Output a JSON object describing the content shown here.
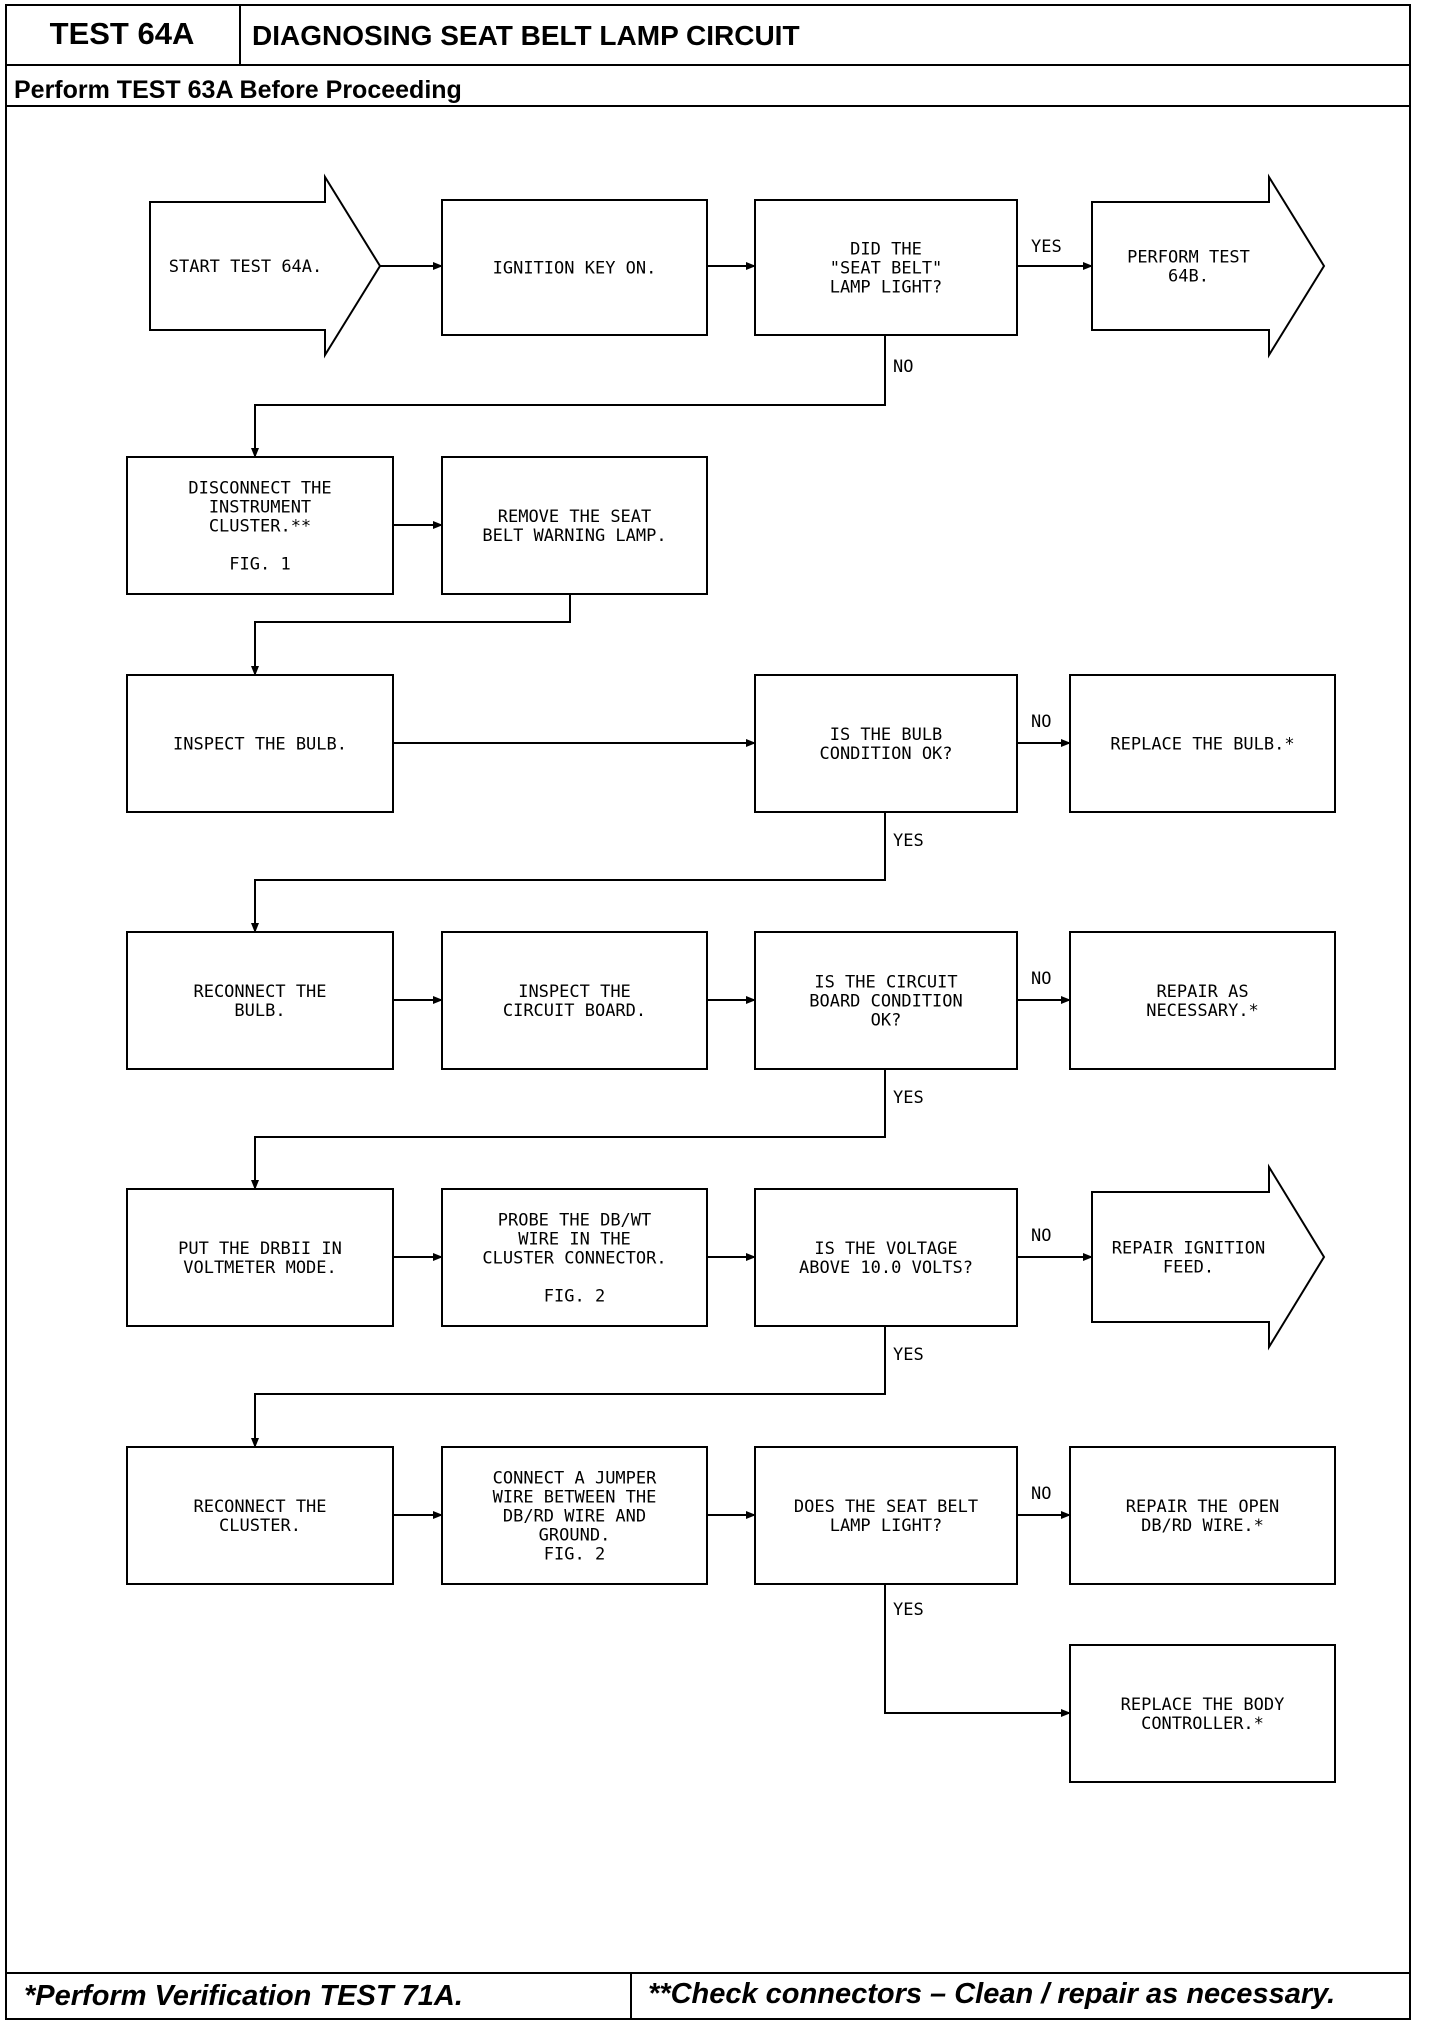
{
  "header": {
    "test_id": "TEST 64A",
    "title": "DIAGNOSING SEAT BELT LAMP CIRCUIT",
    "subtitle": "Perform TEST 63A Before Proceeding"
  },
  "nodes": [
    {
      "id": "start",
      "kind": "arrow",
      "lines": [
        "START TEST 64A."
      ]
    },
    {
      "id": "ign",
      "kind": "box",
      "lines": [
        "IGNITION KEY ON."
      ]
    },
    {
      "id": "q1",
      "kind": "box",
      "lines": [
        "DID THE",
        "\"SEAT BELT\"",
        "LAMP LIGHT?"
      ]
    },
    {
      "id": "p64b",
      "kind": "arrow",
      "lines": [
        "PERFORM TEST",
        "64B."
      ]
    },
    {
      "id": "disc",
      "kind": "box",
      "lines": [
        "DISCONNECT THE",
        "INSTRUMENT",
        "CLUSTER.**",
        "",
        "FIG. 1"
      ]
    },
    {
      "id": "remove",
      "kind": "box",
      "lines": [
        "REMOVE THE SEAT",
        "BELT WARNING LAMP."
      ]
    },
    {
      "id": "inspect",
      "kind": "box",
      "lines": [
        "INSPECT THE BULB."
      ]
    },
    {
      "id": "q2",
      "kind": "box",
      "lines": [
        "IS THE BULB",
        "CONDITION OK?"
      ]
    },
    {
      "id": "replbulb",
      "kind": "box",
      "lines": [
        "REPLACE THE BULB.*"
      ]
    },
    {
      "id": "reconb",
      "kind": "box",
      "lines": [
        "RECONNECT THE",
        "BULB."
      ]
    },
    {
      "id": "inspcb",
      "kind": "box",
      "lines": [
        "INSPECT THE",
        "CIRCUIT BOARD."
      ]
    },
    {
      "id": "q3",
      "kind": "box",
      "lines": [
        "IS THE CIRCUIT",
        "BOARD CONDITION",
        "OK?"
      ]
    },
    {
      "id": "repair",
      "kind": "box",
      "lines": [
        "REPAIR AS",
        "NECESSARY.*"
      ]
    },
    {
      "id": "drb",
      "kind": "box",
      "lines": [
        "PUT THE DRBII IN",
        "VOLTMETER MODE."
      ]
    },
    {
      "id": "probe",
      "kind": "box",
      "lines": [
        "PROBE THE DB/WT",
        "WIRE IN THE",
        "CLUSTER CONNECTOR.",
        "",
        "FIG. 2"
      ]
    },
    {
      "id": "q4",
      "kind": "box",
      "lines": [
        "IS THE VOLTAGE",
        "ABOVE 10.0 VOLTS?"
      ]
    },
    {
      "id": "repign",
      "kind": "arrow",
      "lines": [
        "REPAIR IGNITION",
        "FEED."
      ]
    },
    {
      "id": "reconc",
      "kind": "box",
      "lines": [
        "RECONNECT THE",
        "CLUSTER."
      ]
    },
    {
      "id": "jumper",
      "kind": "box",
      "lines": [
        "CONNECT A JUMPER",
        "WIRE BETWEEN THE",
        "DB/RD WIRE AND",
        "GROUND.",
        "FIG. 2"
      ]
    },
    {
      "id": "q5",
      "kind": "box",
      "lines": [
        "DOES THE SEAT BELT",
        "LAMP LIGHT?"
      ]
    },
    {
      "id": "repopen",
      "kind": "box",
      "lines": [
        "REPAIR THE OPEN",
        "DB/RD WIRE.*"
      ]
    },
    {
      "id": "replbody",
      "kind": "box",
      "lines": [
        "REPLACE THE BODY",
        "CONTROLLER.*"
      ]
    }
  ],
  "edges": [
    {
      "from": "start",
      "to": "ign",
      "label": ""
    },
    {
      "from": "ign",
      "to": "q1",
      "label": ""
    },
    {
      "from": "q1",
      "to": "p64b",
      "label": "YES"
    },
    {
      "from": "q1",
      "to": "disc",
      "label": "NO"
    },
    {
      "from": "disc",
      "to": "remove",
      "label": ""
    },
    {
      "from": "remove",
      "to": "inspect",
      "label": ""
    },
    {
      "from": "inspect",
      "to": "q2",
      "label": ""
    },
    {
      "from": "q2",
      "to": "replbulb",
      "label": "NO"
    },
    {
      "from": "q2",
      "to": "reconb",
      "label": "YES"
    },
    {
      "from": "reconb",
      "to": "inspcb",
      "label": ""
    },
    {
      "from": "inspcb",
      "to": "q3",
      "label": ""
    },
    {
      "from": "q3",
      "to": "repair",
      "label": "NO"
    },
    {
      "from": "q3",
      "to": "drb",
      "label": "YES"
    },
    {
      "from": "drb",
      "to": "probe",
      "label": ""
    },
    {
      "from": "probe",
      "to": "q4",
      "label": ""
    },
    {
      "from": "q4",
      "to": "repign",
      "label": "NO"
    },
    {
      "from": "q4",
      "to": "reconc",
      "label": "YES"
    },
    {
      "from": "reconc",
      "to": "jumper",
      "label": ""
    },
    {
      "from": "jumper",
      "to": "q5",
      "label": ""
    },
    {
      "from": "q5",
      "to": "repopen",
      "label": "NO"
    },
    {
      "from": "q5",
      "to": "replbody",
      "label": "YES"
    }
  ],
  "footer": {
    "left": "*Perform Verification TEST 71A.",
    "right": "**Check connectors – Clean / repair as necessary."
  }
}
